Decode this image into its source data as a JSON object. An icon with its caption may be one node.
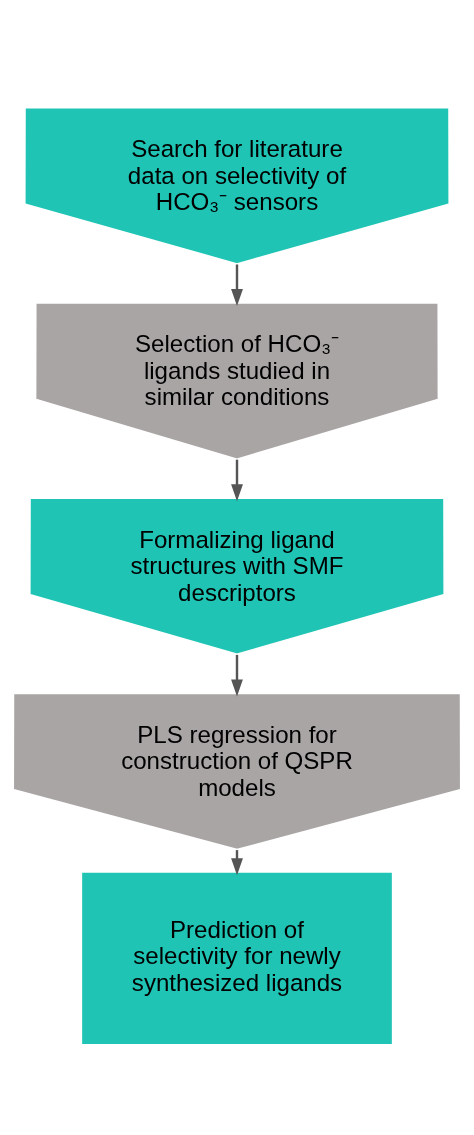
{
  "diagram": {
    "nodes": [
      {
        "text": [
          "Search for literature data on selectivity of HCO₃⁻ sensors"
        ]
      },
      {
        "text": [
          "Selection of HCO₃⁻ ligands studied in similar conditions"
        ]
      },
      {
        "text": [
          "Formalizing ligand structures with SMF descriptors"
        ]
      },
      {
        "text": [
          "PLS regression for construction of QSPR models"
        ]
      },
      {
        "text": [
          "Prediction of selectivity for newly synthesized ligands"
        ]
      }
    ],
    "edges": [
      {
        "from": 0,
        "to": 1,
        "arrow": "to"
      },
      {
        "from": 1,
        "to": 2,
        "arrow": "to"
      },
      {
        "from": 2,
        "to": 3,
        "arrow": "to"
      },
      {
        "from": 3,
        "to": 4,
        "arrow": "to"
      }
    ]
  }
}
